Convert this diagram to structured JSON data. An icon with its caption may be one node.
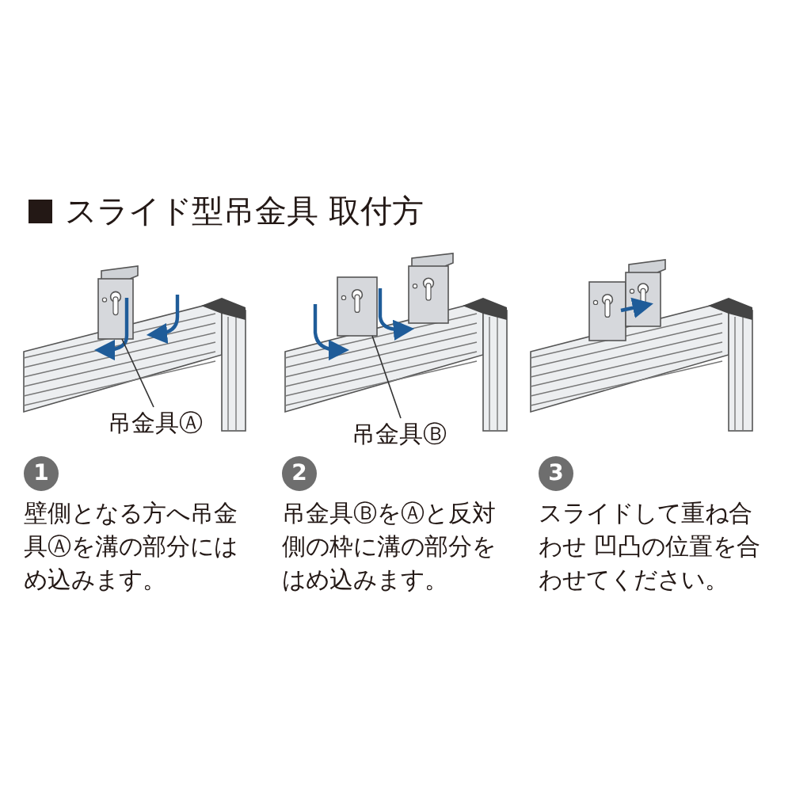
{
  "diagram": {
    "title": "スライド型吊金具 取付方",
    "nodes": [
      {
        "text": [],
        "shape": "picture"
      },
      {
        "text": [
          "吊金具Ⓐ"
        ]
      },
      {
        "text": [],
        "shape": "picture"
      },
      {
        "text": [
          "吊金具Ⓑ"
        ]
      }
    ],
    "edges": [
      {
        "from": 1,
        "to": 0,
        "arrow": "none"
      },
      {
        "from": 3,
        "to": 2,
        "arrow": "none"
      }
    ],
    "labels": [
      "1",
      "2",
      "3",
      "壁側となる方へ吊金具Ⓐを溝の部分にはめ込みます。",
      "吊金具ⒷをⒶと反対側の枠に溝の部分をはめ込みます。",
      "スライドして重ね合わせ 凹凸の位置を合わせてください。"
    ]
  }
}
